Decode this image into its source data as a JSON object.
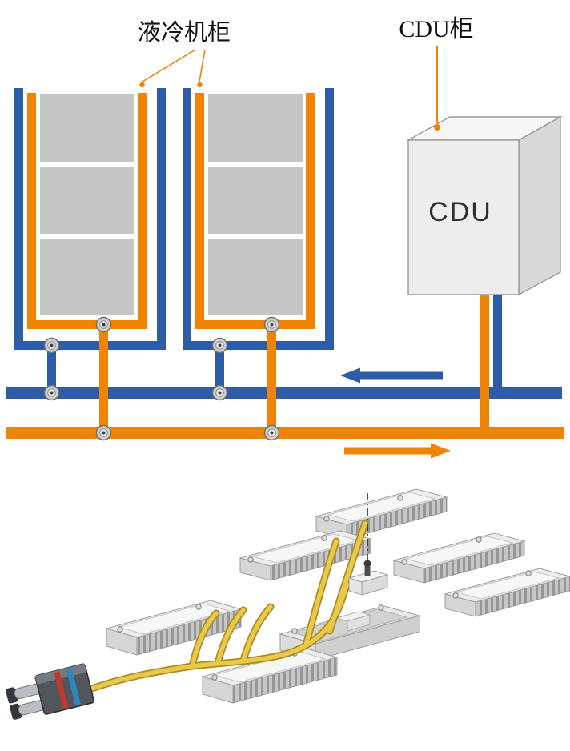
{
  "labels": {
    "cooling_cabinet": "液冷机柜",
    "cdu_cabinet": "CDU柜",
    "cdu_box": "CDU"
  },
  "colors": {
    "pipe_blue": "#2d5ca8",
    "pipe_orange": "#f08300",
    "cabinet_gray": "#c6c6c6",
    "tube_yellow": "#e8c94a",
    "tube_outline": "#ad8b1f"
  },
  "icons": {
    "return_flow_arrow": "blue-left-arrow",
    "supply_flow_arrow": "orange-right-arrow",
    "quick_connector": "gray-coupling-circle"
  }
}
